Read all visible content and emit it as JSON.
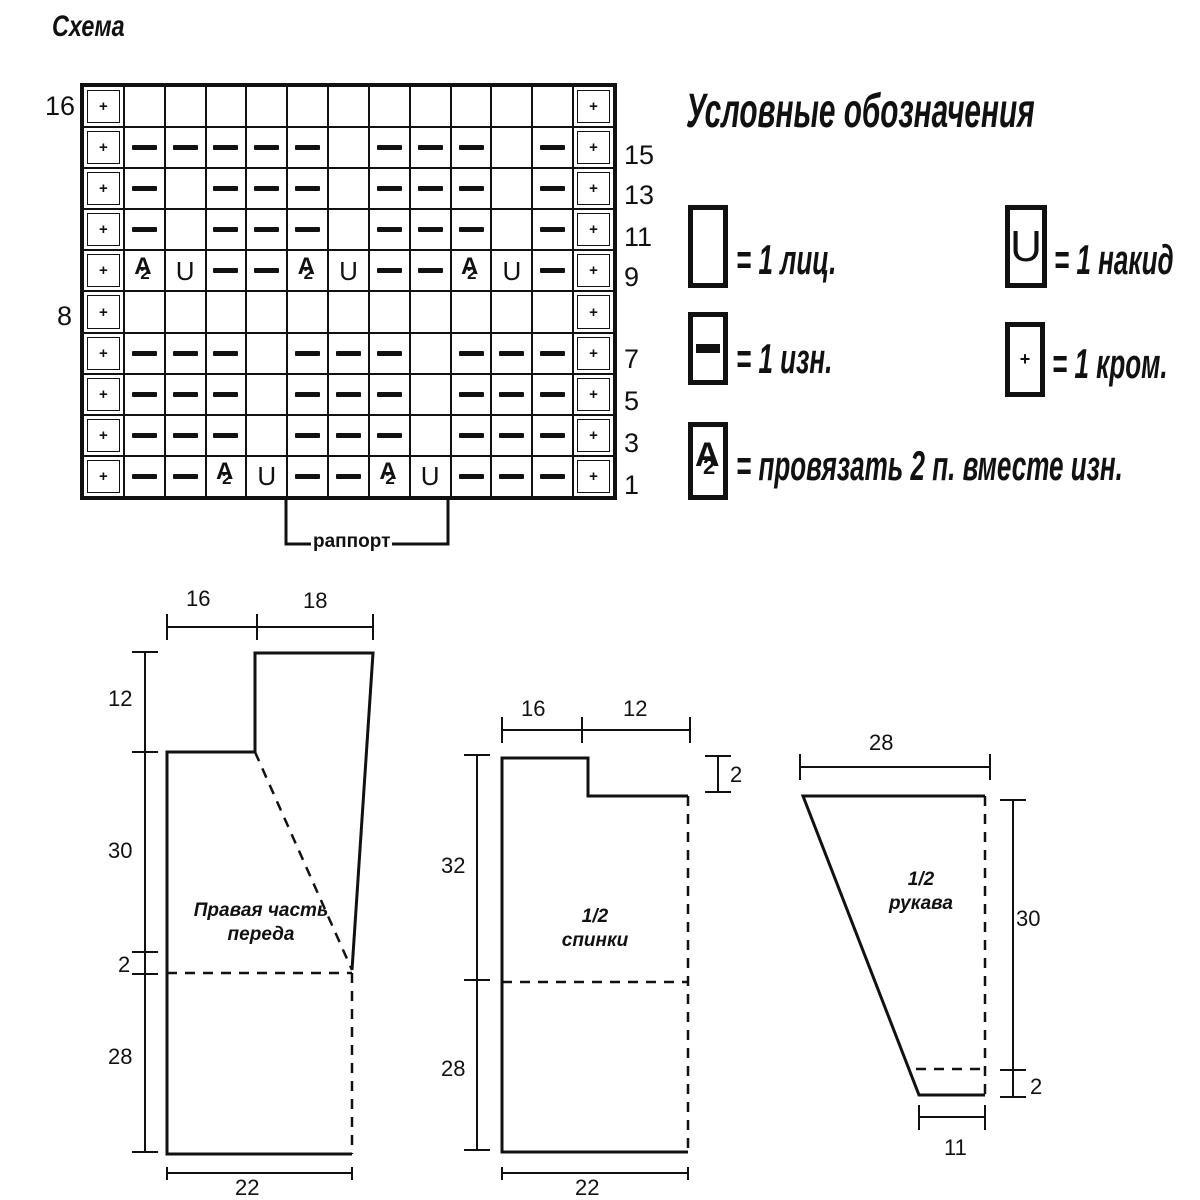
{
  "title": "Схема",
  "chart": {
    "rows": [
      [
        "p",
        "e",
        "e",
        "e",
        "e",
        "e",
        "e",
        "e",
        "e",
        "e",
        "e",
        "e",
        "p"
      ],
      [
        "p",
        "d",
        "d",
        "d",
        "d",
        "d",
        "e",
        "d",
        "d",
        "d",
        "e",
        "d",
        "p"
      ],
      [
        "p",
        "d",
        "e",
        "d",
        "d",
        "d",
        "e",
        "d",
        "d",
        "d",
        "e",
        "d",
        "p"
      ],
      [
        "p",
        "d",
        "e",
        "d",
        "d",
        "d",
        "e",
        "d",
        "d",
        "d",
        "e",
        "d",
        "p"
      ],
      [
        "p",
        "a",
        "u",
        "d",
        "d",
        "a",
        "u",
        "d",
        "d",
        "a",
        "u",
        "d",
        "p"
      ],
      [
        "p",
        "e",
        "e",
        "e",
        "e",
        "e",
        "e",
        "e",
        "e",
        "e",
        "e",
        "e",
        "p"
      ],
      [
        "p",
        "d",
        "d",
        "d",
        "e",
        "d",
        "d",
        "d",
        "e",
        "d",
        "d",
        "d",
        "p"
      ],
      [
        "p",
        "d",
        "d",
        "d",
        "e",
        "d",
        "d",
        "d",
        "e",
        "d",
        "d",
        "d",
        "p"
      ],
      [
        "p",
        "d",
        "d",
        "d",
        "e",
        "d",
        "d",
        "d",
        "e",
        "d",
        "d",
        "d",
        "p"
      ],
      [
        "p",
        "d",
        "d",
        "a",
        "u",
        "d",
        "d",
        "a",
        "u",
        "d",
        "d",
        "d",
        "p"
      ]
    ],
    "glyphs": {
      "plus": "+",
      "yarn_over": "U",
      "k2tog_a": "A",
      "k2tog_two": "2"
    },
    "left_row_numbers": {
      "r16": "16",
      "r8": "8"
    },
    "right_row_numbers": {
      "r15": "15",
      "r13": "13",
      "r11": "11",
      "r9": "9",
      "r7": "7",
      "r5": "5",
      "r3": "3",
      "r1": "1"
    },
    "rapport_label": "раппорт"
  },
  "legend": {
    "title": "Условные обозначения",
    "knit": "= 1 лиц.",
    "yarn_over": "= 1 накид",
    "purl": "= 1 изн.",
    "edge": "= 1 кром.",
    "k2tog_purl": "= провязать 2 п. вместе изн."
  },
  "patterns": {
    "front": {
      "label_line1": "Правая часть",
      "label_line2": "переда",
      "dims": {
        "top_left": "16",
        "top_right": "18",
        "left_12": "12",
        "left_30": "30",
        "left_2": "2",
        "left_28": "28",
        "bottom": "22"
      }
    },
    "back": {
      "label_line1": "1/2",
      "label_line2": "спинки",
      "dims": {
        "top_left": "16",
        "top_right": "12",
        "right_2": "2",
        "left_32": "32",
        "left_28": "28",
        "bottom": "22"
      }
    },
    "sleeve": {
      "label_line1": "1/2",
      "label_line2": "рукава",
      "dims": {
        "top": "28",
        "right_30": "30",
        "right_2": "2",
        "bottom": "11"
      }
    }
  }
}
